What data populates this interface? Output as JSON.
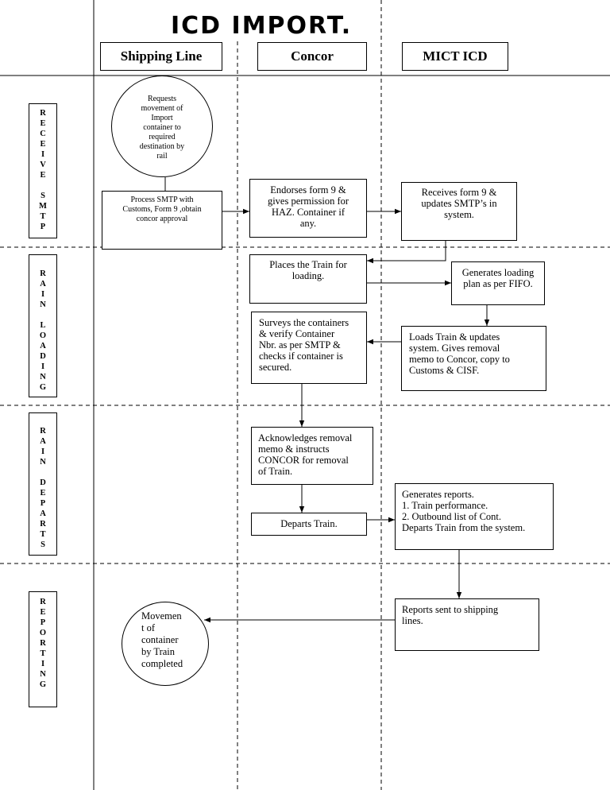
{
  "title": "ICD IMPORT.",
  "lanes": {
    "shipping": "Shipping Line",
    "concor": "Concor",
    "mict": "MICT ICD"
  },
  "stages": {
    "receive": [
      "R",
      "E",
      "C",
      "E",
      "I",
      "V",
      "E",
      "",
      "S",
      "M",
      "T",
      "P"
    ],
    "loading": [
      "R",
      "A",
      "I",
      "N",
      "",
      "L",
      "O",
      "A",
      "D",
      "I",
      "N",
      "G"
    ],
    "departs": [
      "R",
      "A",
      "I",
      "N",
      "",
      "D",
      "E",
      "P",
      "A",
      "R",
      "T",
      "S"
    ],
    "reporting": [
      "R",
      "E",
      "P",
      "O",
      "R",
      "T",
      "I",
      "N",
      "G"
    ]
  },
  "nodes": {
    "request": [
      "Requests",
      "movement of",
      "Import",
      "container to",
      "required",
      "destination by",
      "rail"
    ],
    "process_smtp": [
      "Process SMTP with",
      "Customs,  Form 9 ,obtain",
      "concor approval"
    ],
    "endorses": [
      "Endorses form 9 &",
      "gives permission for",
      "HAZ. Container if",
      "any."
    ],
    "receives_form": [
      "Receives form 9 &",
      "updates SMTP’s in",
      "system."
    ],
    "places_train": [
      "Places the Train for",
      "loading."
    ],
    "generates_plan": [
      "Generates loading",
      "plan as per FIFO."
    ],
    "surveys": [
      "Surveys the containers",
      "& verify Container",
      "Nbr. as per SMTP &",
      "checks if container is",
      "secured."
    ],
    "loads_train": [
      "Loads Train & updates",
      "system. Gives removal",
      "memo to Concor, copy to",
      "Customs & CISF."
    ],
    "acknowledges": [
      "Acknowledges removal",
      "memo & instructs",
      "CONCOR for removal",
      "of Train."
    ],
    "departs_train": [
      "Departs Train."
    ],
    "generates_reports": [
      "Generates reports.",
      "1.    Train performance.",
      "2.    Outbound list of Cont.",
      "Departs Train from the system."
    ],
    "reports_sent": [
      "Reports sent to shipping",
      "lines."
    ],
    "movement_completed": [
      "Movemen",
      "t of",
      "container",
      "by Train",
      "completed"
    ]
  }
}
